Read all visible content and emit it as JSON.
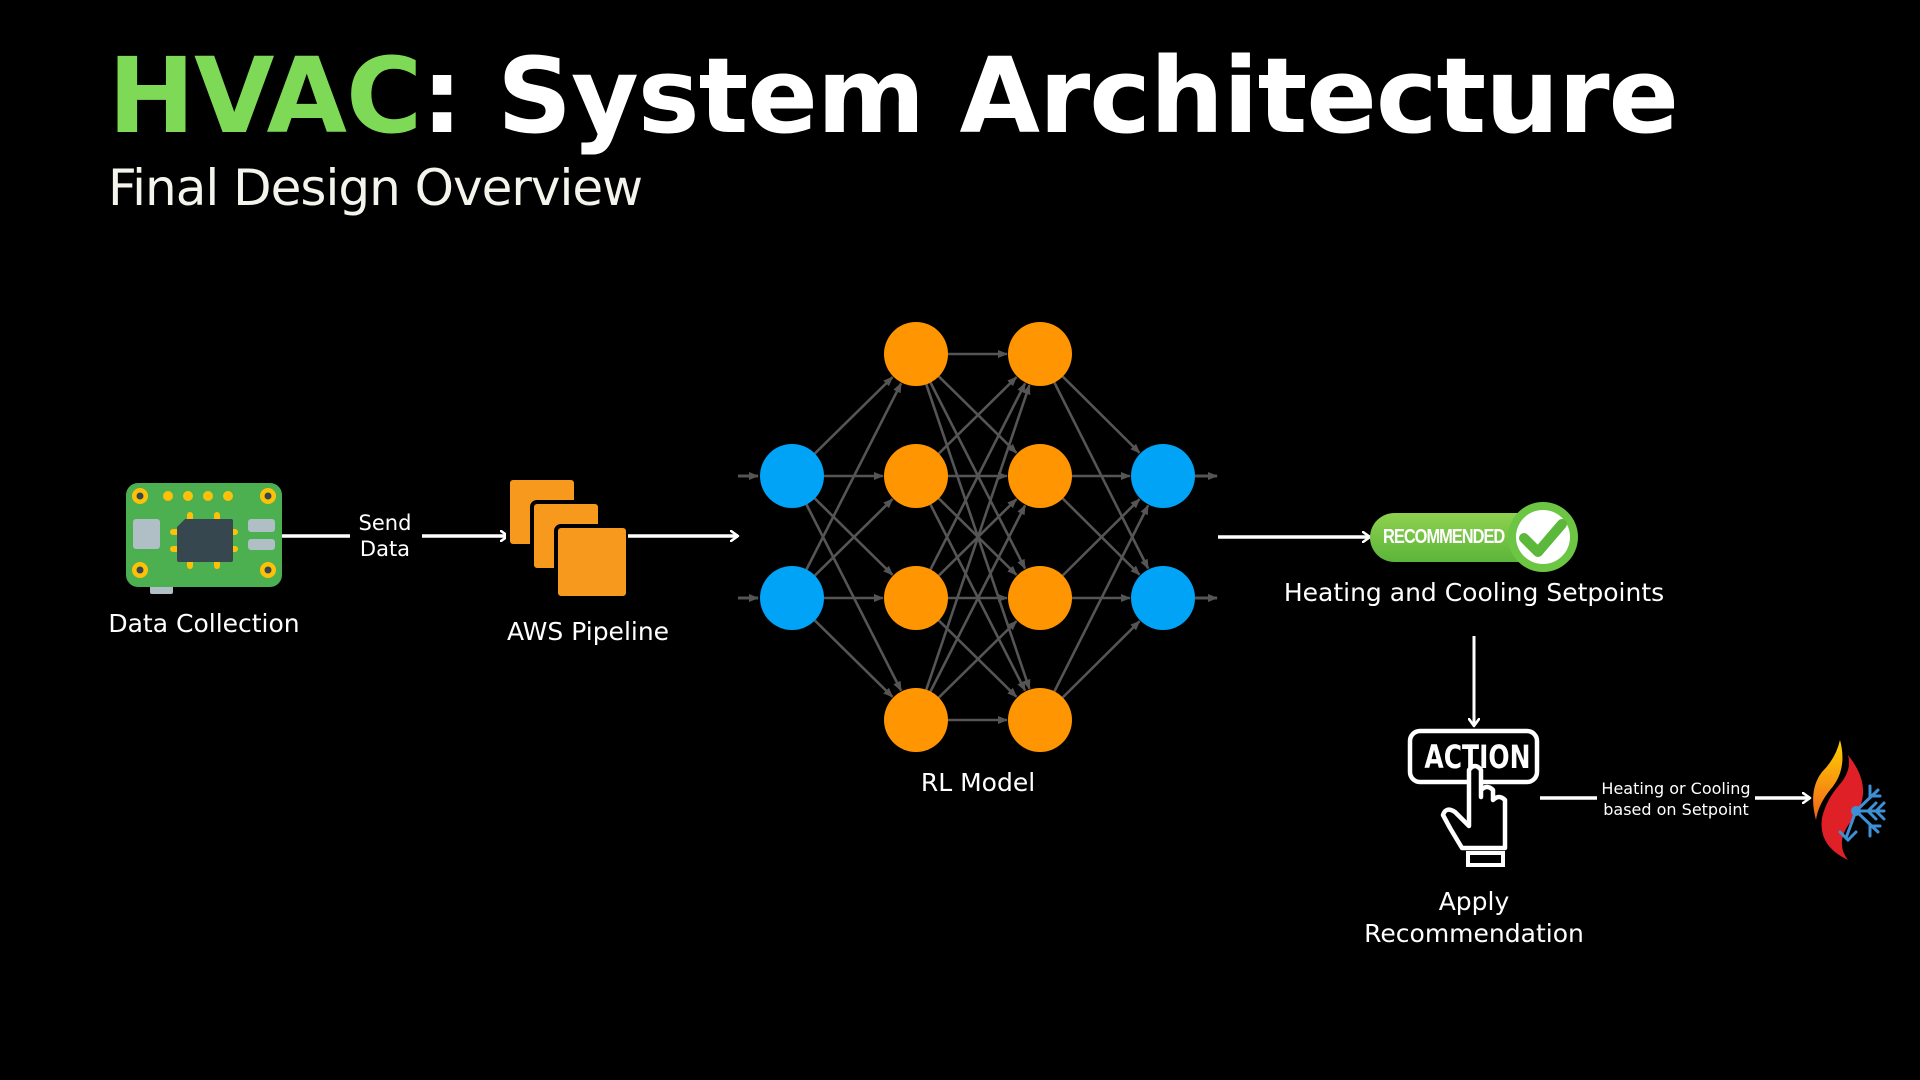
{
  "header": {
    "title_accent": "HVAC",
    "title_rest": ": System Architecture",
    "subtitle": "Final Design Overview"
  },
  "colors": {
    "accent_green": "#7ed957",
    "node_orange": "#ff9500",
    "node_blue": "#00a3f5",
    "edge_gray": "#555555",
    "aws_orange": "#f7991c",
    "badge_green": "#6cc644"
  },
  "nodes": {
    "data_collection": {
      "label": "Data Collection",
      "icon": "circuit-board-icon"
    },
    "send_data": {
      "label_line1": "Send",
      "label_line2": "Data"
    },
    "aws_pipeline": {
      "label": "AWS Pipeline",
      "icon": "aws-stacked-squares-icon"
    },
    "rl_model": {
      "label": "RL Model",
      "icon": "neural-network-icon",
      "layers": [
        2,
        4,
        4,
        2
      ]
    },
    "setpoints": {
      "badge_text": "RECOMMENDED",
      "label": "Heating and Cooling Setpoints",
      "icon": "checkmark-icon"
    },
    "apply": {
      "action_text": "ACTION",
      "label_line1": "Apply",
      "label_line2": "Recommendation",
      "icon": "hand-pointer-icon"
    },
    "hvac_output": {
      "edge_label_line1": "Heating or Cooling",
      "edge_label_line2": "based on Setpoint",
      "icon": "flame-snowflake-icon"
    }
  }
}
